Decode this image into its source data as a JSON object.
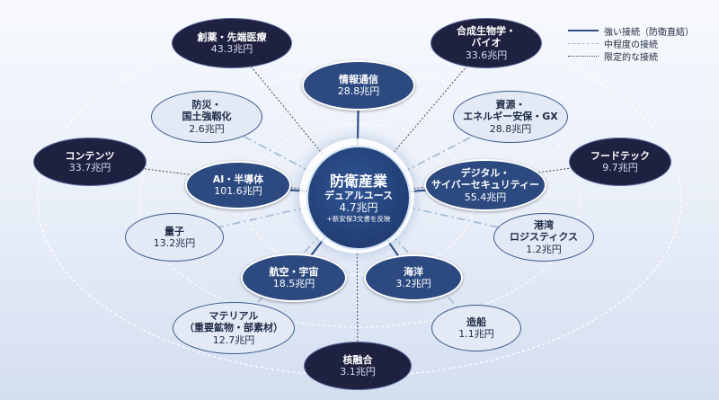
{
  "center": {
    "title": "防衛産業",
    "subtitle": "デュアルユース",
    "value": "4.7兆円",
    "note": "+新安保3文書を反映"
  },
  "legend": [
    {
      "kind": "strong",
      "label": "強い接続（防衛直結）"
    },
    {
      "kind": "medium",
      "label": "中程度の接続"
    },
    {
      "kind": "limited",
      "label": "限定的な接続"
    }
  ],
  "nodes": [
    {
      "id": "info",
      "name": "情報通信",
      "value": "28.8兆円",
      "link": "strong"
    },
    {
      "id": "ai",
      "name": "AI・半導体",
      "value": "101.6兆円",
      "link": "strong"
    },
    {
      "id": "cyber",
      "name": "デジタル・\nサイバーセキュリティー",
      "value": "55.4兆円",
      "link": "strong"
    },
    {
      "id": "aero",
      "name": "航空・宇宙",
      "value": "18.5兆円",
      "link": "strong"
    },
    {
      "id": "ocean",
      "name": "海洋",
      "value": "3.2兆円",
      "link": "strong"
    },
    {
      "id": "disaster",
      "name": "防災・\n国土強靱化",
      "value": "2.6兆円",
      "link": "medium"
    },
    {
      "id": "energy",
      "name": "資源・\nエネルギー安保・GX",
      "value": "28.8兆円",
      "link": "medium"
    },
    {
      "id": "quantum",
      "name": "量子",
      "value": "13.2兆円",
      "link": "medium"
    },
    {
      "id": "port",
      "name": "港湾\nロジスティクス",
      "value": "1.2兆円",
      "link": "medium"
    },
    {
      "id": "material",
      "name": "マテリアル\n（重要鉱物・部素材）",
      "value": "12.7兆円",
      "link": "medium"
    },
    {
      "id": "ship",
      "name": "造船",
      "value": "1.1兆円",
      "link": "medium"
    },
    {
      "id": "medical",
      "name": "創薬・先端医療",
      "value": "43.3兆円",
      "link": "limited"
    },
    {
      "id": "bio",
      "name": "合成生物学・\nバイオ",
      "value": "33.6兆円",
      "link": "limited"
    },
    {
      "id": "content",
      "name": "コンテンツ",
      "value": "33.7兆円",
      "link": "limited"
    },
    {
      "id": "foodtech",
      "name": "フードテック",
      "value": "9.7兆円",
      "link": "limited"
    },
    {
      "id": "fusion",
      "name": "核融合",
      "value": "3.1兆円",
      "link": "limited"
    }
  ],
  "colors": {
    "strong_fill": "#2c4a80",
    "medium_fill": "#e3eaf6",
    "limited_fill": "#1f2140",
    "strong_line": "#2f4f86",
    "medium_line": "#a8bdd8",
    "limited_line": "#444a66"
  }
}
